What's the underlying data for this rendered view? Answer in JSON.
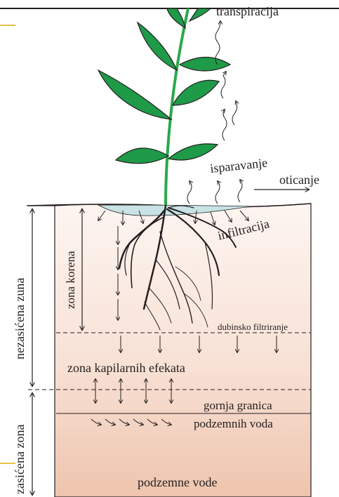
{
  "labels": {
    "transpiration": "transpiracija",
    "evaporation": "isparavanje",
    "runoff": "oticanje",
    "infiltration": "infiltracija",
    "root_zone": "zona korena",
    "deep_percolation": "dubinsko filtriranje",
    "capillary_zone": "zona kapilarnih efekata",
    "water_table_line1": "gornja granica",
    "water_table_line2": "podzemnih voda",
    "groundwater": "podzemne vode",
    "unsaturated_zone": "nezasićena zuna",
    "saturated_zone": "zasićena zona"
  },
  "colors": {
    "leaf": "#1f9a48",
    "stem": "#2aa84a",
    "surface_water": "#c8e3e6",
    "soil_top": "#fdf3ef",
    "soil_bottom": "#efc6ae",
    "accent_line": "#e6c24a",
    "ink": "#231f20"
  }
}
